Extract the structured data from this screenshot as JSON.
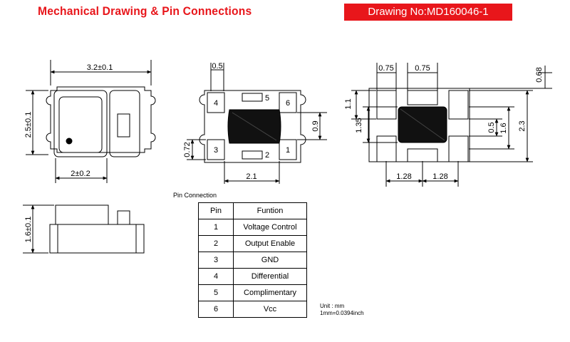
{
  "header": {
    "title": "Mechanical Drawing & Pin Connections",
    "drawing_no": "Drawing No:MD160046-1"
  },
  "top_view": {
    "width_dim": "3.2±0.1",
    "height_dim": "2.5±0.1",
    "inner_dim": "2±0.2"
  },
  "bottom_view": {
    "pad_width": "0.5",
    "pad_height": "0.72",
    "right_gap": "0.9",
    "pitch": "2.1",
    "pin_labels": [
      "4",
      "5",
      "6",
      "3",
      "2",
      "1"
    ]
  },
  "land_pattern": {
    "pad_w_left": "0.75",
    "pad_w_right": "0.75",
    "top_right": "0.68",
    "pad_h": "1.1",
    "center_h": "1.35",
    "gap": "0.5",
    "span": "1.6",
    "total": "2.3",
    "bottom_left": "1.28",
    "bottom_right": "1.28"
  },
  "side_view": {
    "height_dim": "1.6±0.1"
  },
  "pin_table": {
    "caption": "Pin Connection",
    "headers": [
      "Pin",
      "Funtion"
    ],
    "rows": [
      [
        "1",
        "Voltage Control"
      ],
      [
        "2",
        "Output Enable"
      ],
      [
        "3",
        "GND"
      ],
      [
        "4",
        "Differential"
      ],
      [
        "5",
        "Complimentary"
      ],
      [
        "6",
        "Vcc"
      ]
    ]
  },
  "units": {
    "line1": "Unit : mm",
    "line2": "1mm=0.0394inch"
  }
}
